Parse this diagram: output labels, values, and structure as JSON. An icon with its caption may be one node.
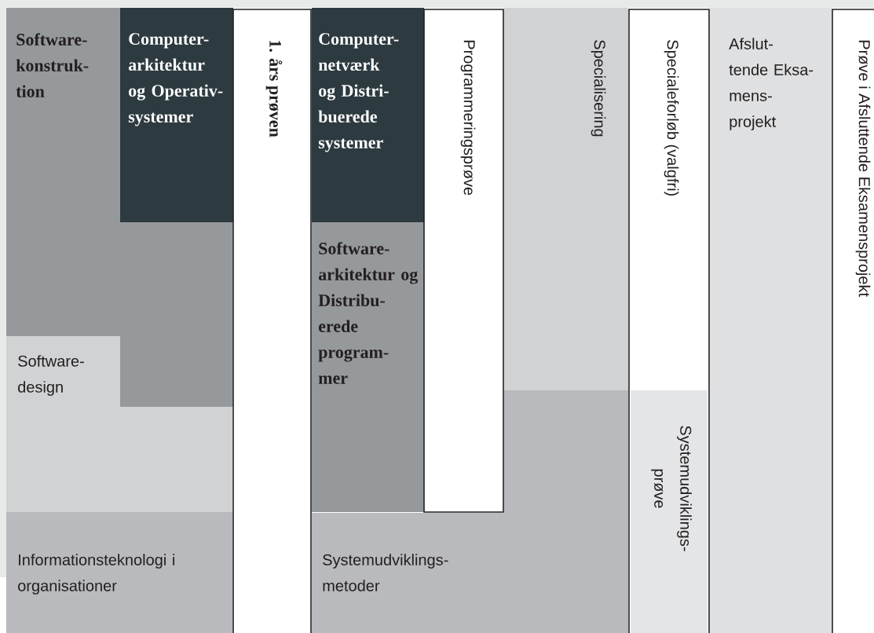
{
  "diagram": {
    "nodes": [
      {
        "text": [
          "Software- konstruk- tion"
        ]
      },
      {
        "text": [
          "Computer- arkitektur og Operativ- systemer"
        ]
      },
      {
        "text": [
          "Software- design"
        ]
      },
      {
        "text": [
          "Informationsteknologi i organisationer"
        ]
      },
      {
        "text": [
          "1. års prøven"
        ]
      },
      {
        "text": [
          "Computer- netværk og Distri- buerede systemer"
        ]
      },
      {
        "text": [
          "Software- arkitektur og Distribu- erede program- mer"
        ]
      },
      {
        "text": [
          "Programmeringsprøve"
        ]
      },
      {
        "text": [
          "Specialisering"
        ]
      },
      {
        "text": [
          "Systemudviklings- metoder"
        ]
      },
      {
        "text": [
          "Specialeforløb (valgfri)"
        ]
      },
      {
        "text": [
          "Systemudviklings- prøve"
        ],
        "in": 10
      },
      {
        "text": [
          "Afslut- tende Eksa- mens- projekt"
        ]
      },
      {
        "text": [
          "Prøve i Afsluttende Eksamensprojekt"
        ]
      }
    ]
  }
}
